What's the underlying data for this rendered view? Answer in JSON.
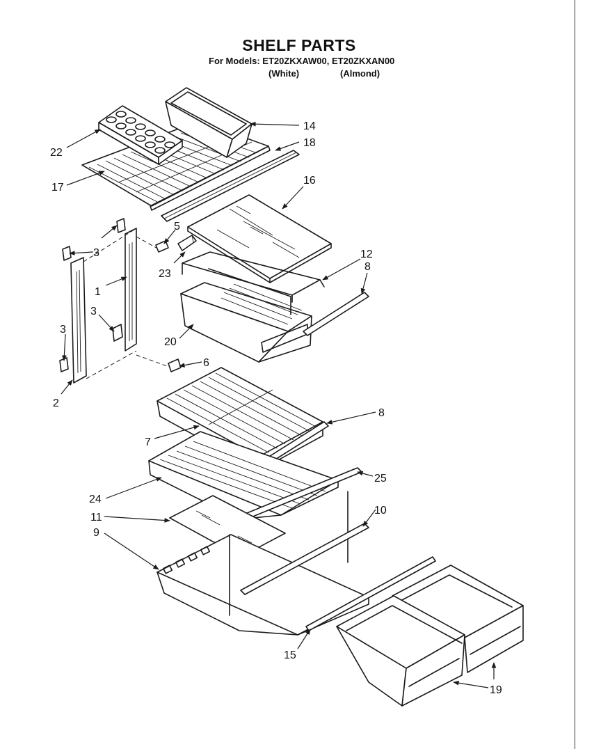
{
  "header": {
    "title": "SHELF PARTS",
    "models_line": "For Models: ET20ZKXAW00, ET20ZKXAN00",
    "variant_white": "(White)",
    "variant_almond": "(Almond)"
  },
  "callouts": [
    {
      "id": "p22",
      "label": "22"
    },
    {
      "id": "p17",
      "label": "17"
    },
    {
      "id": "p14",
      "label": "14"
    },
    {
      "id": "p18",
      "label": "18"
    },
    {
      "id": "p16",
      "label": "16"
    },
    {
      "id": "p5",
      "label": "5"
    },
    {
      "id": "p3a",
      "label": "3"
    },
    {
      "id": "p23",
      "label": "23"
    },
    {
      "id": "p12",
      "label": "12"
    },
    {
      "id": "p8a",
      "label": "8"
    },
    {
      "id": "p1",
      "label": "1"
    },
    {
      "id": "p3b",
      "label": "3"
    },
    {
      "id": "p3c",
      "label": "3"
    },
    {
      "id": "p20",
      "label": "20"
    },
    {
      "id": "p6",
      "label": "6"
    },
    {
      "id": "p2",
      "label": "2"
    },
    {
      "id": "p8b",
      "label": "8"
    },
    {
      "id": "p7",
      "label": "7"
    },
    {
      "id": "p25",
      "label": "25"
    },
    {
      "id": "p24",
      "label": "24"
    },
    {
      "id": "p11",
      "label": "11"
    },
    {
      "id": "p10",
      "label": "10"
    },
    {
      "id": "p9",
      "label": "9"
    },
    {
      "id": "p15",
      "label": "15"
    },
    {
      "id": "p19",
      "label": "19"
    }
  ]
}
